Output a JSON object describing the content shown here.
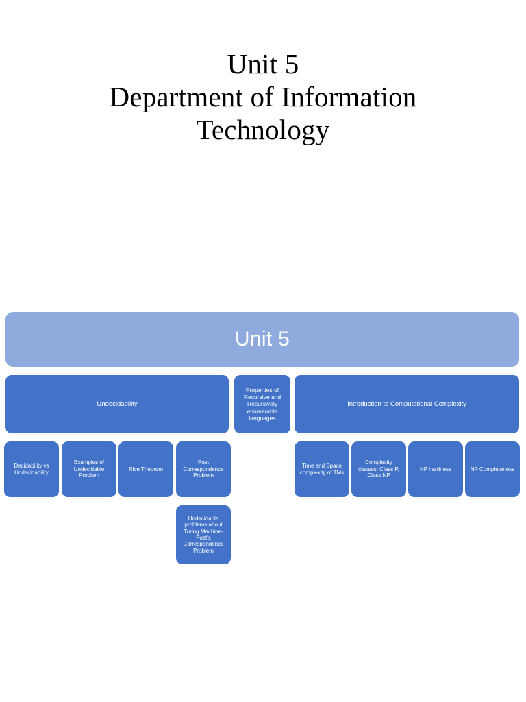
{
  "slide": {
    "background_color": "#ffffff",
    "title": {
      "lines": [
        "Unit 5",
        "Department of Information",
        "Technology"
      ],
      "color": "#000000"
    }
  },
  "colors": {
    "banner": "#8faadc",
    "node": "#4273c8",
    "node_text": "#ffffff",
    "title_text": "#000000"
  },
  "diagram": {
    "type": "hierarchy",
    "banner": {
      "label": "Unit 5"
    },
    "level1": [
      {
        "id": "undecidability",
        "label": "Undecidability"
      },
      {
        "id": "properties-recursive",
        "label": "Properties of Recursive and Recursively enumerable languages"
      },
      {
        "id": "intro-computational-complexity",
        "label": "Introduction to Computational Complexity"
      }
    ],
    "level2": [
      {
        "id": "decidability-vs-undecidability",
        "label": "Decidability vs Undecidability",
        "parent": "undecidability"
      },
      {
        "id": "examples-undecidable-problem",
        "label": "Examples of Undecidable Problem",
        "parent": "undecidability"
      },
      {
        "id": "rice-theorem",
        "label": "Rice Theorem",
        "parent": "undecidability"
      },
      {
        "id": "post-correspondence-problem",
        "label": "Post Correspondence Problem",
        "parent": "undecidability"
      },
      {
        "id": "time-space-complexity",
        "label": "Time and Space complexity of TMs",
        "parent": "intro-computational-complexity"
      },
      {
        "id": "complexity-classes",
        "label": "Complexity classes: Class P, Class NP",
        "parent": "intro-computational-complexity"
      },
      {
        "id": "np-hardness",
        "label": "NP hardness",
        "parent": "intro-computational-complexity"
      },
      {
        "id": "np-completeness",
        "label": "NP Completeness",
        "parent": "intro-computational-complexity"
      }
    ],
    "level3": [
      {
        "id": "undecidable-problems-tm-pcp",
        "label": "Undecidable problems about Turing  Machine- Post's Correspondence Problem",
        "parent": "post-correspondence-problem"
      }
    ]
  }
}
